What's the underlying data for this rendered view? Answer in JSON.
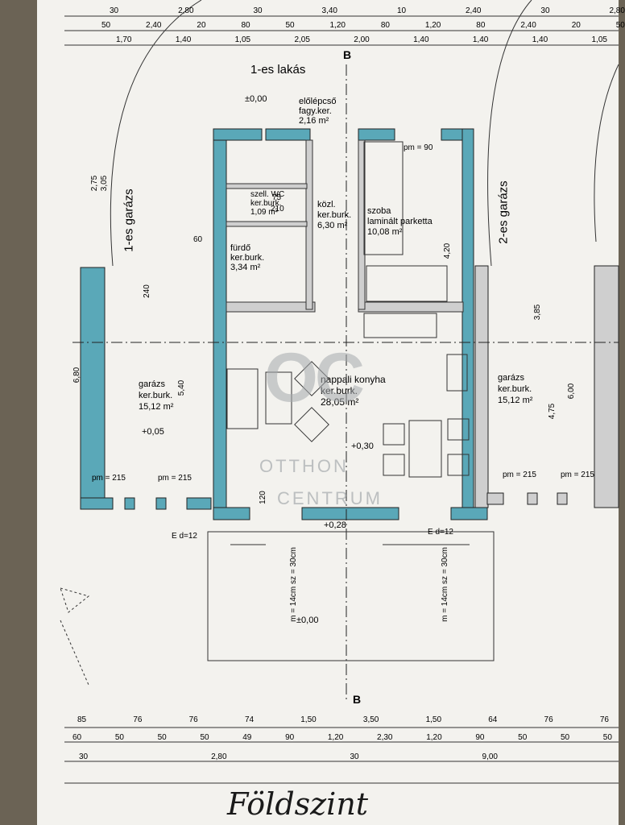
{
  "title": "Földszint",
  "unit_label": "1-es lakás",
  "section_marker": "B",
  "elevation_marks": [
    "±0,00",
    "+0,28",
    "+0,30",
    "+0,05",
    "±0,00"
  ],
  "watermark": {
    "logo": "OC",
    "line1": "OTTHON",
    "line2": "CENTRUM"
  },
  "rooms": [
    {
      "id": "garazs-left",
      "name": "garázs",
      "finish": "ker.burk.",
      "area": "15,12 m²"
    },
    {
      "id": "furdo",
      "name": "fürdő",
      "finish": "ker.burk.",
      "area": "3,34 m²"
    },
    {
      "id": "wc",
      "name": "szell. WC",
      "finish": "ker.burk.",
      "area": "1,09 m²"
    },
    {
      "id": "kozl",
      "name": "közl.",
      "finish": "ker.burk.",
      "area": "6,30 m²"
    },
    {
      "id": "szoba",
      "name": "szoba",
      "finish": "laminált parketta",
      "area": "10,08 m²"
    },
    {
      "id": "nappali",
      "name": "nappali konyha",
      "finish": "ker.burk.",
      "area": "28,05 m²"
    },
    {
      "id": "garazs-right",
      "name": "garázs",
      "finish": "ker.burk.",
      "area": "15,12 m²"
    },
    {
      "id": "elolepcso",
      "name": "előlépcső",
      "finish": "fagy.ker.",
      "area": "2,16 m²"
    }
  ],
  "side_labels": {
    "left": "1-es garázs",
    "right": "2-es garázs"
  },
  "stair_notes": [
    "m = 14cm",
    "sz = 30cm"
  ],
  "door_notes": [
    "pm = 215",
    "pm = 90",
    "E d=12"
  ],
  "top_dims": {
    "row1": [
      "30",
      "2,80",
      "30",
      "3,40",
      "10",
      "2,40",
      "30",
      "2,80"
    ],
    "row2": [
      "50",
      "2,40",
      "20",
      "80",
      "50",
      "1,20",
      "80",
      "1,20",
      "80",
      "2,40",
      "20",
      "50"
    ],
    "row3": [
      "1,70",
      "1,40",
      "1,05",
      "2,05",
      "2,00",
      "1,40",
      "1,40",
      "1,40",
      "1,05"
    ]
  },
  "bottom_dims": {
    "row1": [
      "85",
      "76",
      "76",
      "74",
      "1,50",
      "3,50",
      "1,50",
      "64",
      "76",
      "76"
    ],
    "row2": [
      "60",
      "50",
      "50",
      "50",
      "49",
      "90",
      "1,20",
      "2,30",
      "1,20",
      "90",
      "50",
      "50",
      "50"
    ],
    "row3": [
      "30",
      "2,80",
      "30",
      "9,00"
    ]
  },
  "interior_dims": [
    "2,75",
    "3,05",
    "6,80",
    "5,40",
    "4,20",
    "3,85",
    "4,75",
    "6,00",
    "240",
    "120",
    "210",
    "75",
    "60"
  ]
}
